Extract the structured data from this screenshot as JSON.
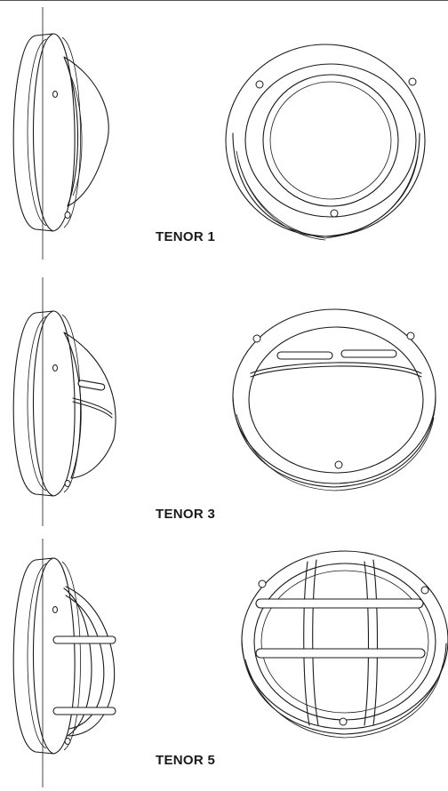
{
  "products": [
    {
      "id": "tenor-1",
      "label": "TENOR 1",
      "style": "plain-dome"
    },
    {
      "id": "tenor-3",
      "label": "TENOR 3",
      "style": "half-shade"
    },
    {
      "id": "tenor-5",
      "label": "TENOR 5",
      "style": "cage-guard"
    }
  ]
}
